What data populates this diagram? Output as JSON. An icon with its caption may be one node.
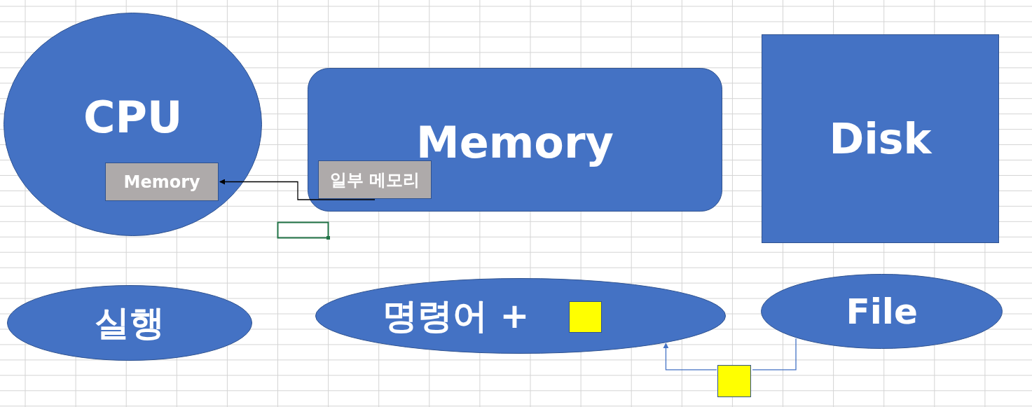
{
  "diagram": {
    "nodes": [
      {
        "text": [
          "CPU"
        ]
      },
      {
        "text": [
          "Memory"
        ],
        "in": 0
      },
      {
        "text": [
          "Memory"
        ]
      },
      {
        "text": [
          "일부 메모리"
        ],
        "in": 2
      },
      {
        "text": [
          "Disk"
        ]
      },
      {
        "text": [
          "실행"
        ]
      },
      {
        "text": [
          "명령어 +"
        ]
      },
      {
        "text": [],
        "shape": "box",
        "in": 6
      },
      {
        "text": [
          "File"
        ]
      },
      {
        "text": [],
        "shape": "box"
      }
    ],
    "edges": [
      {
        "from": 3,
        "to": 1,
        "arrow": "to",
        "color": "#000000"
      },
      {
        "from": 8,
        "to": 9,
        "arrow": "none"
      },
      {
        "from": 9,
        "to": 6,
        "arrow": "to"
      }
    ]
  }
}
